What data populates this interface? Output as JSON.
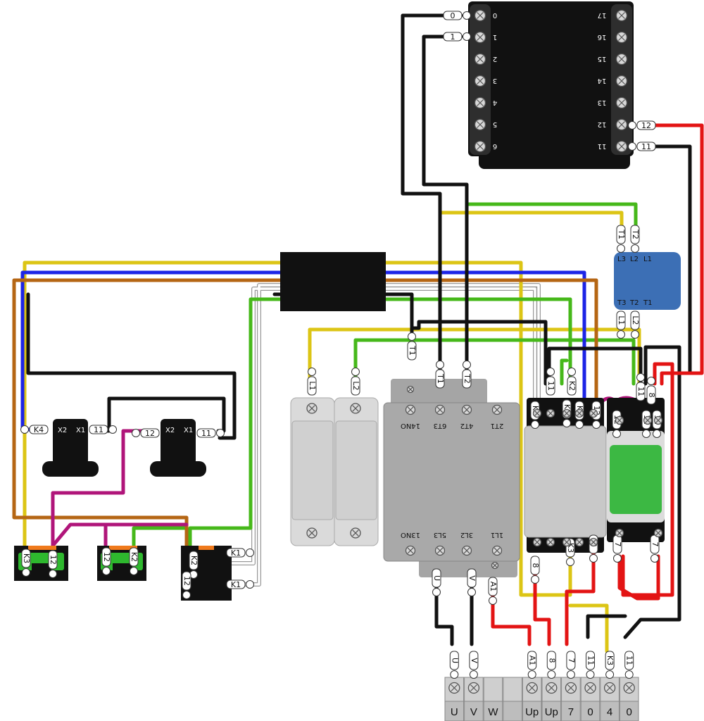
{
  "colors": {
    "black": "#111111",
    "red": "#e31414",
    "yellow": "#dcc515",
    "green": "#46b81a",
    "blue": "#1c24e6",
    "brown": "#b56614",
    "magenta": "#b0157a",
    "white_wire": "#dddddd",
    "relay_module_blue": "#3c6fb5",
    "contactor_grey": "#a9a9a9",
    "pilot_green": "#3cb843"
  },
  "plc": {
    "left_numbers": [
      "0",
      "1",
      "2",
      "3",
      "4",
      "5",
      "6"
    ],
    "right_numbers": [
      "17",
      "16",
      "15",
      "14",
      "13",
      "12",
      "11"
    ],
    "wire_tags": [
      "0",
      "1",
      "12",
      "11"
    ]
  },
  "relay_module": {
    "top_labels": [
      "L3",
      "L2",
      "L1"
    ],
    "bottom_labels": [
      "T3",
      "T2",
      "T1"
    ],
    "top_tags": [
      "T1",
      "T2"
    ],
    "bottom_tags": [
      "L1",
      "L2"
    ]
  },
  "fuses": {
    "tags": [
      "L1",
      "L2"
    ]
  },
  "contactor": {
    "top_labels": [
      "14NO",
      "6T3",
      "4T2",
      "2T1"
    ],
    "bottom_labels": [
      "13NO",
      "5L3",
      "3L2",
      "1L1"
    ],
    "top_tags": [
      "T1",
      "T1",
      "T2"
    ],
    "bottom_tags": [
      "U",
      "V",
      "A1"
    ]
  },
  "aux_relay": {
    "top_tags": [
      "K1",
      "11",
      "K2",
      "K4",
      "12"
    ],
    "bottom_tags": [
      "8",
      "K3",
      "8"
    ]
  },
  "pilot": {
    "top_tags": [
      "12",
      "12",
      "12",
      "8",
      "11"
    ],
    "bottom_tags": [
      "7",
      "7"
    ]
  },
  "switches": {
    "left_x2": "X2",
    "left_x1": "X1",
    "left_tags": [
      "K4",
      "11"
    ],
    "right_x2": "X2",
    "right_x1": "X1",
    "right_tags": [
      "12",
      "11"
    ]
  },
  "buttons": {
    "b1": [
      "K3",
      "12"
    ],
    "b2": [
      "12",
      "K2"
    ],
    "b3": [
      "K2",
      "12",
      "K1",
      "K1"
    ]
  },
  "terminal_strip": {
    "labels": [
      "U",
      "V",
      "W",
      "",
      "Up",
      "Up",
      "7",
      "0",
      "4",
      "0"
    ],
    "wire_tags": [
      "U",
      "V",
      "",
      "",
      "A1",
      "8",
      "7",
      "11",
      "K3",
      "11"
    ]
  }
}
